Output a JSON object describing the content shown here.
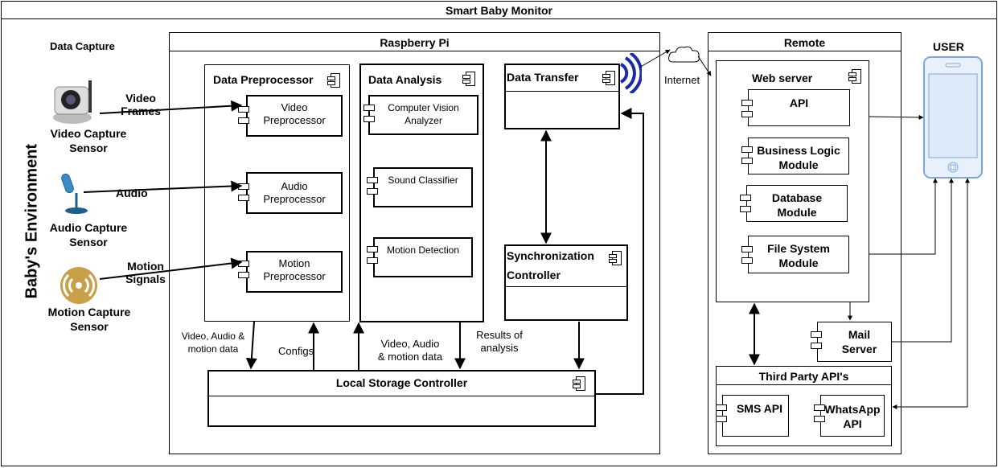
{
  "title": "Smart Baby Monitor",
  "environment": {
    "label": "Baby's Environment",
    "data_capture": "Data Capture",
    "video_sensor": "Video Capture\nSensor",
    "audio_sensor": "Audio Capture\nSensor",
    "motion_sensor": "Motion Capture\nSensor",
    "video_frames": "Video\nFrames",
    "audio": "Audio",
    "motion_signals": "Motion\nSignals"
  },
  "rpi": {
    "title": "Raspberry Pi",
    "data_preprocessor": "Data Preprocessor",
    "video_pre": "Video\nPreprocessor",
    "audio_pre": "Audio\nPreprocessor",
    "motion_pre": "Motion\nPreprocessor",
    "data_analysis": "Data Analysis",
    "cv_analyzer": "Computer Vision\nAnalyzer",
    "sound_classifier": "Sound Classifier",
    "motion_detection": "Motion Detection",
    "data_transfer": "Data Transfer",
    "sync_controller": "Synchronization\nController",
    "local_storage": "Local Storage Controller",
    "lbl_vamd_left": "Video, Audio &\nmotion data",
    "lbl_configs": "Configs",
    "lbl_vamd_mid": "Video, Audio\n& motion data",
    "lbl_results": "Results of\nanalysis"
  },
  "internet": "Internet",
  "remote": {
    "title": "Remote",
    "web_server": "Web server",
    "api": "API",
    "business_logic": "Business Logic\nModule",
    "database": "Database\nModule",
    "file_system": "File System\nModule",
    "mail_server": "Mail\nServer",
    "third_party": "Third Party API's",
    "sms_api": "SMS API",
    "whatsapp_api": "WhatsApp\nAPI"
  },
  "user": "USER"
}
